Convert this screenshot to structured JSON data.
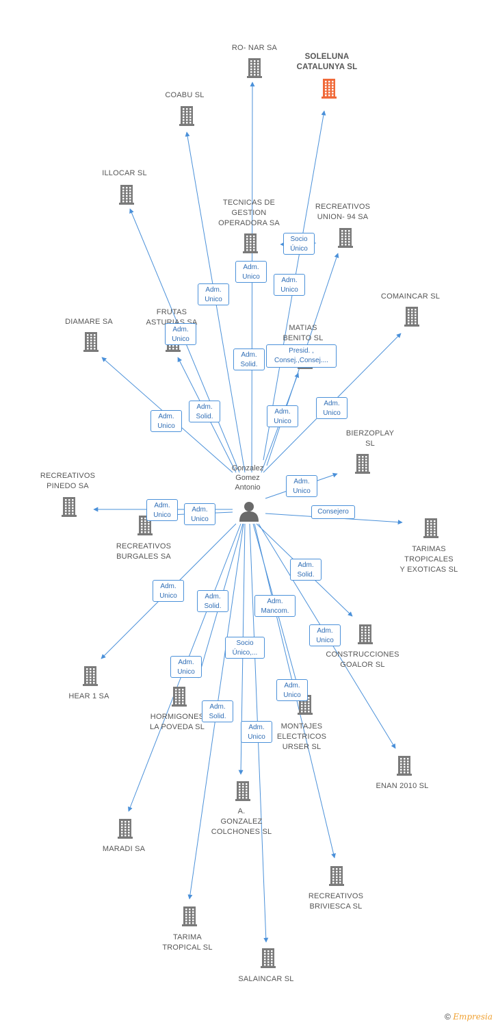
{
  "colors": {
    "edge": "#4a90d9",
    "building": "#7a7a7a",
    "main_building": "#f06a3a",
    "text": "#555555",
    "role_border": "#4a90d9"
  },
  "person": {
    "name": "Gonzalez\nGomez\nAntonio",
    "icon": "person-icon"
  },
  "companies": [
    {
      "id": "ronar",
      "name": "RO- NAR SA",
      "main": false
    },
    {
      "id": "soleluna",
      "name": "SOLELUNA\nCATALUNYA SL",
      "main": true
    },
    {
      "id": "coabu",
      "name": "COABU SL",
      "main": false
    },
    {
      "id": "illocar",
      "name": "ILLOCAR SL",
      "main": false
    },
    {
      "id": "tecnicas",
      "name": "TECNICAS DE\nGESTION\nOPERADORA SA",
      "main": false
    },
    {
      "id": "recunion",
      "name": "RECREATIVOS\nUNION- 94 SA",
      "main": false
    },
    {
      "id": "comaincar",
      "name": "COMAINCAR  SL",
      "main": false
    },
    {
      "id": "diamare",
      "name": "DIAMARE SA",
      "main": false
    },
    {
      "id": "frutas",
      "name": "FRUTAS\nASTURIAS SA",
      "main": false
    },
    {
      "id": "matias",
      "name": "MATIAS\nBENITO SL",
      "main": false
    },
    {
      "id": "bierzoplay",
      "name": "BIERZOPLAY\nSL",
      "main": false
    },
    {
      "id": "recpinedo",
      "name": "RECREATIVOS\nPINEDO SA",
      "main": false
    },
    {
      "id": "recburgales",
      "name": "RECREATIVOS\nBURGALES SA",
      "main": false
    },
    {
      "id": "tarimas",
      "name": "TARIMAS\nTROPICALES\nY EXOTICAS SL",
      "main": false
    },
    {
      "id": "construcciones",
      "name": "CONSTRUCCIONES\nGOALOR SL",
      "main": false
    },
    {
      "id": "hear",
      "name": "HEAR 1 SA",
      "main": false
    },
    {
      "id": "hormigones",
      "name": "HORMIGONES\nLA POVEDA SL",
      "main": false
    },
    {
      "id": "montajes",
      "name": "MONTAJES\nELECTRICOS\nURSER SL",
      "main": false
    },
    {
      "id": "enan",
      "name": "ENAN 2010 SL",
      "main": false
    },
    {
      "id": "gonzalezcolchones",
      "name": "A.\nGONZALEZ\nCOLCHONES SL",
      "main": false
    },
    {
      "id": "maradi",
      "name": "MARADI SA",
      "main": false
    },
    {
      "id": "recbriviesca",
      "name": "RECREATIVOS\nBRIVIESCA SL",
      "main": false
    },
    {
      "id": "tarimatropical",
      "name": "TARIMA\nTROPICAL SL",
      "main": false
    },
    {
      "id": "salaincar",
      "name": "SALAINCAR SL",
      "main": false
    }
  ],
  "roles": [
    {
      "id": "r1",
      "text": "Socio\nÚnico"
    },
    {
      "id": "r2",
      "text": "Adm.\nUnico"
    },
    {
      "id": "r3",
      "text": "Adm.\nUnico"
    },
    {
      "id": "r4",
      "text": "Adm.\nUnico"
    },
    {
      "id": "r5",
      "text": "Adm.\nUnico"
    },
    {
      "id": "r6",
      "text": "Adm.\nSolid."
    },
    {
      "id": "r7",
      "text": "Presid. ,\nConsej.,Consej...."
    },
    {
      "id": "r8",
      "text": "Adm.\nUnico"
    },
    {
      "id": "r9",
      "text": "Adm.\nSolid."
    },
    {
      "id": "r10",
      "text": "Adm.\nUnico"
    },
    {
      "id": "r11",
      "text": "Adm.\nUnico"
    },
    {
      "id": "r12",
      "text": "Adm.\nUnico"
    },
    {
      "id": "r13",
      "text": "Adm.\nUnico"
    },
    {
      "id": "r14",
      "text": "Adm.\nUnico"
    },
    {
      "id": "r15",
      "text": "Consejero"
    },
    {
      "id": "r16",
      "text": "Adm.\nSolid."
    },
    {
      "id": "r17",
      "text": "Adm.\nUnico"
    },
    {
      "id": "r18",
      "text": "Adm.\nSolid."
    },
    {
      "id": "r19",
      "text": "Adm.\nMancom."
    },
    {
      "id": "r20",
      "text": "Adm.\nUnico"
    },
    {
      "id": "r21",
      "text": "Socio\nÚnico,..."
    },
    {
      "id": "r22",
      "text": "Adm.\nUnico"
    },
    {
      "id": "r23",
      "text": "Adm.\nUnico"
    },
    {
      "id": "r24",
      "text": "Adm.\nSolid."
    },
    {
      "id": "r25",
      "text": "Adm.\nUnico"
    }
  ],
  "footer": {
    "copyright": "©",
    "brand": "Empresia"
  }
}
